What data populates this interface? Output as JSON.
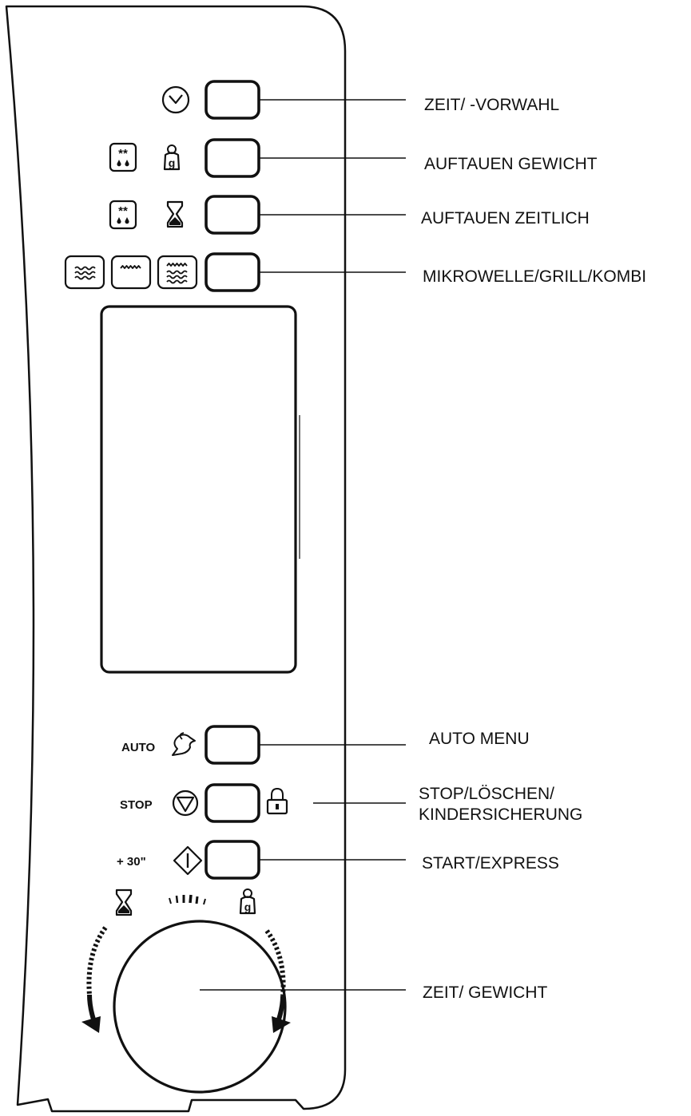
{
  "panel": {
    "labels": {
      "zeit_vorwahl": "ZEIT/ -VORWAHL",
      "auftauen_gewicht": "AUFTAUEN GEWICHT",
      "auftauen_zeitlich": "AUFTAUEN ZEITLICH",
      "mikrowelle_grill_kombi": "MIKROWELLE/GRILL/KOMBI",
      "auto_menu": "AUTO MENU",
      "stop_loeschen": "STOP/LÖSCHEN/\nKINDERSICHERUNG",
      "start_express": "START/EXPRESS",
      "zeit_gewicht": "ZEIT/ GEWICHT"
    },
    "button_tags": {
      "auto": "AUTO",
      "stop": "STOP",
      "plus30": "+ 30\""
    },
    "icons": {
      "clock": "clock-icon",
      "defrost": "defrost-snowflake-drops-icon",
      "weight": "weight-g-icon",
      "hourglass": "hourglass-icon",
      "microwave": "microwave-waves-icon",
      "grill": "grill-icon",
      "combi": "combi-icon",
      "auto_chicken": "chicken-icon",
      "stop": "stop-triangle-icon",
      "start": "start-diamond-icon",
      "lock": "lock-icon",
      "rotate_arrows": "rotate-arrow-icon"
    },
    "colors": {
      "line": "#111111",
      "background": "#ffffff"
    }
  }
}
